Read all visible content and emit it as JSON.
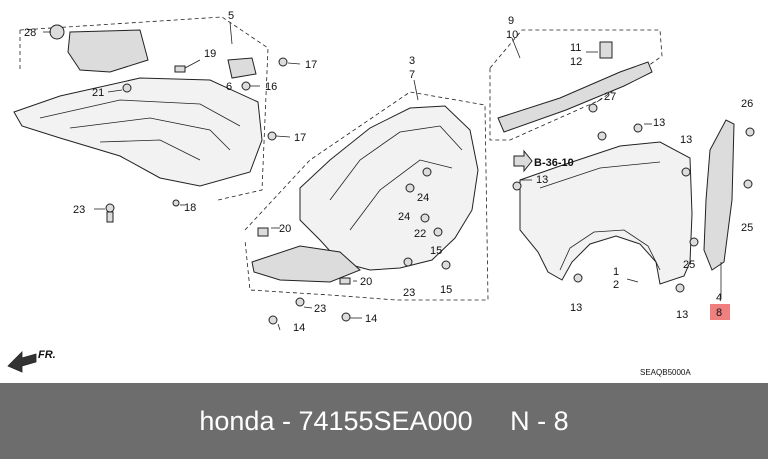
{
  "diagram": {
    "labels": [
      {
        "id": "5",
        "text": "5"
      },
      {
        "id": "28",
        "text": "28"
      },
      {
        "id": "19",
        "text": "19"
      },
      {
        "id": "17a",
        "text": "17"
      },
      {
        "id": "6",
        "text": "6"
      },
      {
        "id": "16",
        "text": "16"
      },
      {
        "id": "21",
        "text": "21"
      },
      {
        "id": "17b",
        "text": "17"
      },
      {
        "id": "23a",
        "text": "23"
      },
      {
        "id": "18",
        "text": "18"
      },
      {
        "id": "3",
        "text": "3"
      },
      {
        "id": "7",
        "text": "7"
      },
      {
        "id": "20a",
        "text": "20"
      },
      {
        "id": "20b",
        "text": "20"
      },
      {
        "id": "23b",
        "text": "23"
      },
      {
        "id": "14a",
        "text": "14"
      },
      {
        "id": "14b",
        "text": "14"
      },
      {
        "id": "24a",
        "text": "24"
      },
      {
        "id": "24b",
        "text": "24"
      },
      {
        "id": "22",
        "text": "22"
      },
      {
        "id": "15a",
        "text": "15"
      },
      {
        "id": "15b",
        "text": "15"
      },
      {
        "id": "23c",
        "text": "23"
      },
      {
        "id": "9",
        "text": "9"
      },
      {
        "id": "10",
        "text": "10"
      },
      {
        "id": "11",
        "text": "11"
      },
      {
        "id": "12",
        "text": "12"
      },
      {
        "id": "27",
        "text": "27"
      },
      {
        "id": "13a",
        "text": "13"
      },
      {
        "id": "13b",
        "text": "13"
      },
      {
        "id": "13c",
        "text": "13"
      },
      {
        "id": "13d",
        "text": "13"
      },
      {
        "id": "13e",
        "text": "13"
      },
      {
        "id": "1",
        "text": "1"
      },
      {
        "id": "2",
        "text": "2"
      },
      {
        "id": "26",
        "text": "26"
      },
      {
        "id": "25a",
        "text": "25"
      },
      {
        "id": "25b",
        "text": "25"
      },
      {
        "id": "4",
        "text": "4"
      },
      {
        "id": "8",
        "text": "8"
      }
    ],
    "reference": "B-36-10",
    "front_marker": "FR.",
    "diagram_code": "SEAQB5000A",
    "highlight_color": "#f08080"
  },
  "footer": {
    "text": "honda - 74155SEA000     N - 8",
    "background": "#6d6d6d",
    "text_color": "#ffffff"
  }
}
